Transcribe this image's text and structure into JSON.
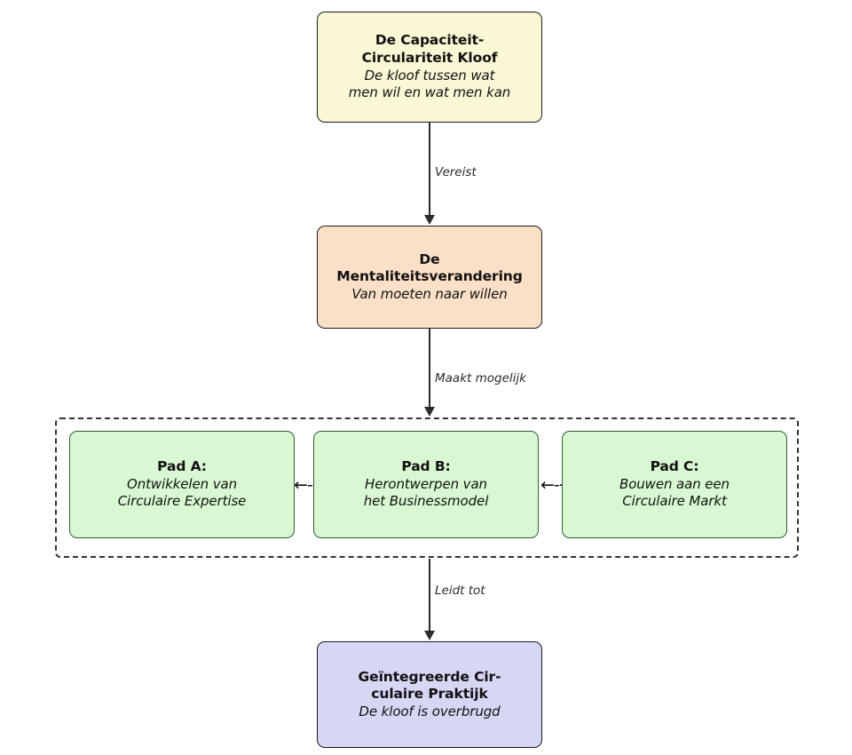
{
  "diagram": {
    "type": "flowchart",
    "language": "nl",
    "background": "#ffffff",
    "nodes": {
      "gap": {
        "title": "De Capaciteit-Circulariteit Kloof",
        "title_line1": "De Capaciteit-",
        "title_line2": "Circulariteit Kloof",
        "subtitle_line1": "De kloof tussen wat",
        "subtitle_line2": "men wil en wat men kan",
        "fill": "#faf7d4",
        "stroke": "#1a1a1a"
      },
      "mindset": {
        "title": "De Mentaliteitsverandering",
        "subtitle": "Van moeten naar willen",
        "fill": "#fbe0c8",
        "stroke": "#1a1a1a"
      },
      "path_a": {
        "title": "Pad A:",
        "subtitle_line1": "Ontwikkelen van",
        "subtitle_line2": "Circulaire Expertise",
        "fill": "#d8f8d2",
        "stroke": "#2f5e33"
      },
      "path_b": {
        "title": "Pad B:",
        "subtitle_line1": "Herontwerpen van",
        "subtitle_line2": "het Businessmodel",
        "fill": "#d8f8d2",
        "stroke": "#2f5e33"
      },
      "path_c": {
        "title": "Pad C:",
        "subtitle_line1": "Bouwen aan een",
        "subtitle_line2": "Circulaire Markt",
        "fill": "#d8f8d2",
        "stroke": "#2f5e33"
      },
      "practice": {
        "title_line1": "Geïntegreerde Cir-",
        "title_line2": "culaire Praktijk",
        "subtitle": "De kloof is overbrugd",
        "fill": "#d6d6f5",
        "stroke": "#1a1a1a"
      }
    },
    "edges": {
      "gap_to_mindset": {
        "label": "Vereist",
        "style": "solid",
        "direction": "down"
      },
      "mindset_to_paths": {
        "label": "Maakt mogelijk",
        "style": "solid",
        "direction": "down"
      },
      "paths_to_practice": {
        "label": "Leidt tot",
        "style": "solid",
        "direction": "down"
      },
      "path_a_to_b": {
        "label": "",
        "style": "dashed",
        "direction": "bidirectional",
        "glyph": "←-→"
      },
      "path_b_to_c": {
        "label": "",
        "style": "dashed",
        "direction": "bidirectional",
        "glyph": "←-→"
      }
    },
    "cluster": {
      "label": "",
      "style": "dashed",
      "stroke": "#333333"
    }
  }
}
